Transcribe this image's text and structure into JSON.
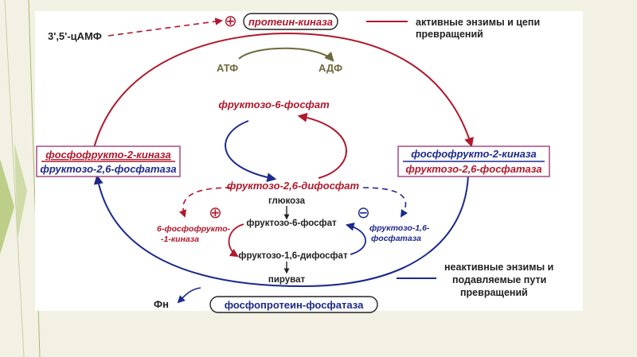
{
  "colors": {
    "red": "#b0182c",
    "blue": "#1c2a8c",
    "olive": "#6e6a3c",
    "dark": "#222222",
    "magenta_border": "#a0407a",
    "green_accent": "#8fb13a"
  },
  "labels": {
    "camp": "3',5'-цАМФ",
    "plus_top": "⊕",
    "protein_kinase": "протеин-киназа",
    "legend_active_1": "активные энзимы и цепи",
    "legend_active_2": "превращений",
    "atp": "АТФ",
    "adp": "АДФ",
    "f6p_top": "фруктозо-6-фосфат",
    "left_box_1": "фосфофрукто-2-киназа",
    "left_box_2": "фруктозо-2,6-фосфатаза",
    "right_box_1": "фосфофрукто-2-киназа",
    "right_box_2": "фруктозо-2,6-фосфатаза",
    "f26bp": "фруктозо-2,6-дифосфат",
    "glucose": "глюкоза",
    "plus_mid": "⊕",
    "minus_mid": "⊖",
    "pfk1_1": "6-фосфофрукто-",
    "pfk1_2": "-1-киназа",
    "f6p_mid": "фруктозо-6-фосфат",
    "fbp_1": "фруктозо-1,6-",
    "fbp_2": "фосфатаза",
    "f16bp": "фруктозо-1,6-дифосфат",
    "pyruvate": "пируват",
    "legend_inactive_1": "неактивные энзимы и",
    "legend_inactive_2": "подавляемые пути",
    "legend_inactive_3": "превращений",
    "pi": "Фн",
    "phosphatase": "фосфопротеин-фосфатаза"
  }
}
